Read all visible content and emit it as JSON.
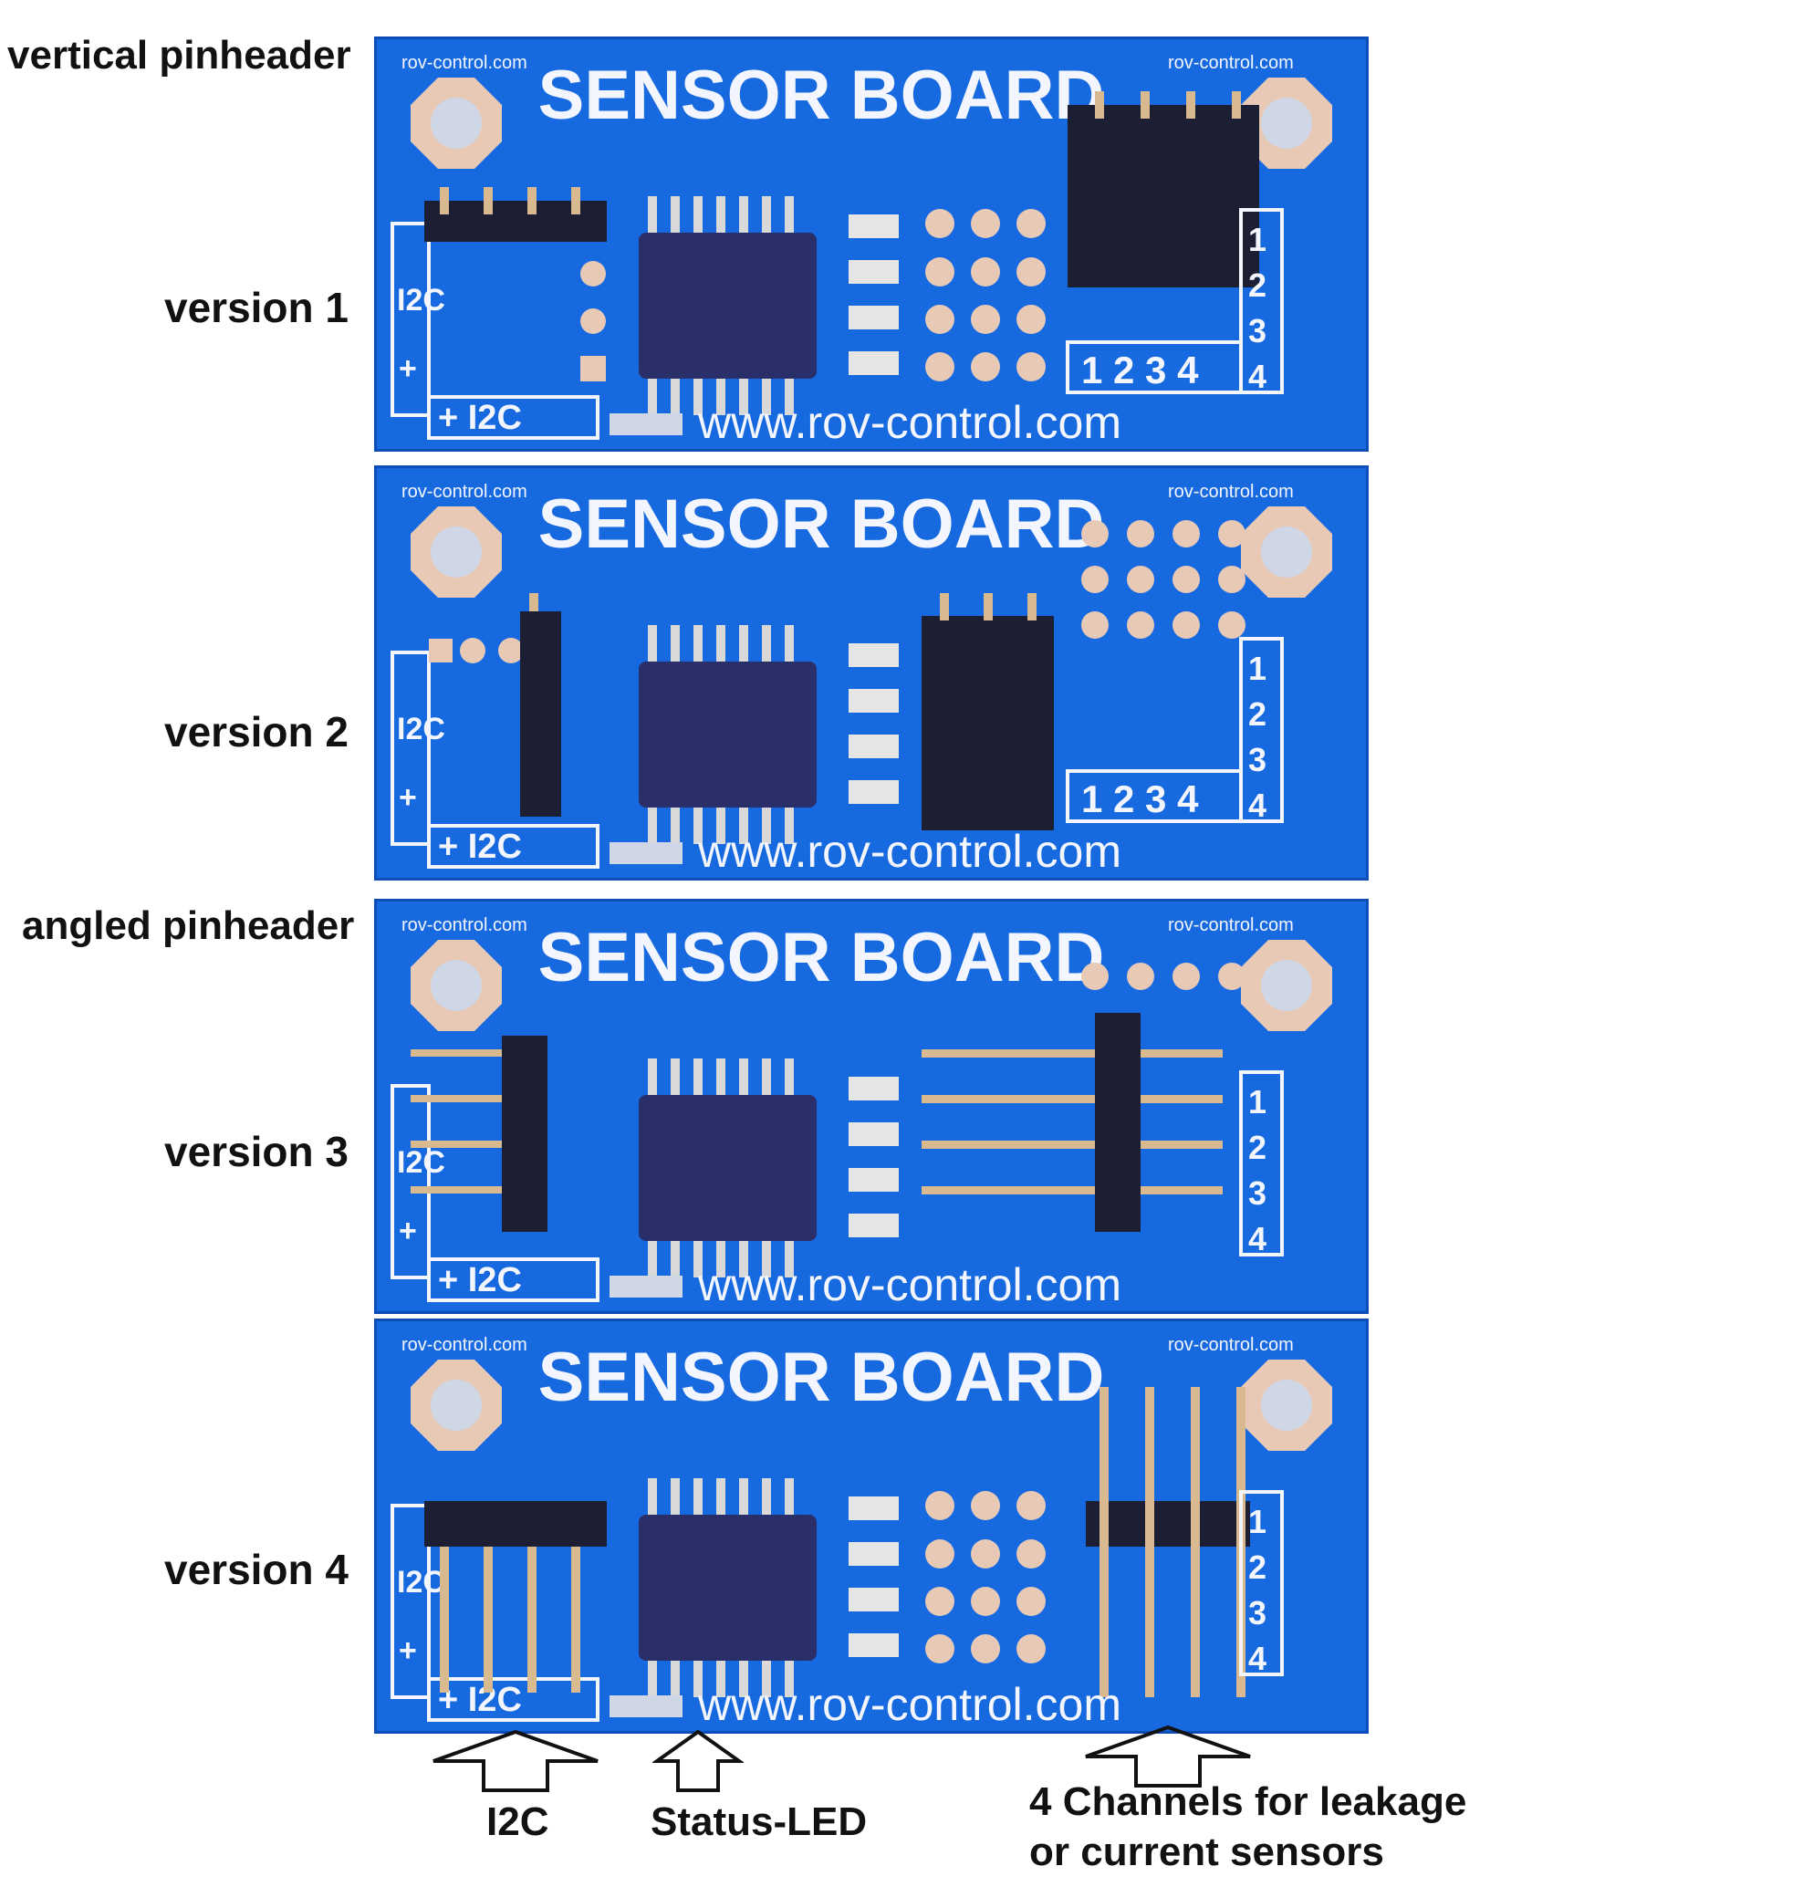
{
  "side_labels": {
    "vertical_pinheader": "vertical pinheader",
    "angled_pinheader": "angled pinheader",
    "version1": "version 1",
    "version2": "version 2",
    "version3": "version 3",
    "version4": "version 4"
  },
  "board_text": {
    "title": "SENSOR BOARD",
    "url": "www.rov-control.com",
    "corner_mark": "rov-control.com",
    "i2c_short": "I2C",
    "i2c": "+   I2C",
    "plus": "+",
    "row_numbers": "1  2  3  4",
    "col_1": "1",
    "col_2": "2",
    "col_3": "3",
    "col_4": "4"
  },
  "callouts": {
    "i2c": "I2C",
    "status_led": "Status-LED",
    "channels_line1": "4 Channels for leakage",
    "channels_line2": "or current sensors"
  },
  "colors": {
    "pcb": "#1769e0",
    "pcb_dark": "#0d4db8",
    "silk": "#f3f6ff",
    "pad": "#e8c9b6",
    "chip": "#2a2f6a",
    "header": "#1c1f33",
    "pin": "#d9b98f"
  }
}
